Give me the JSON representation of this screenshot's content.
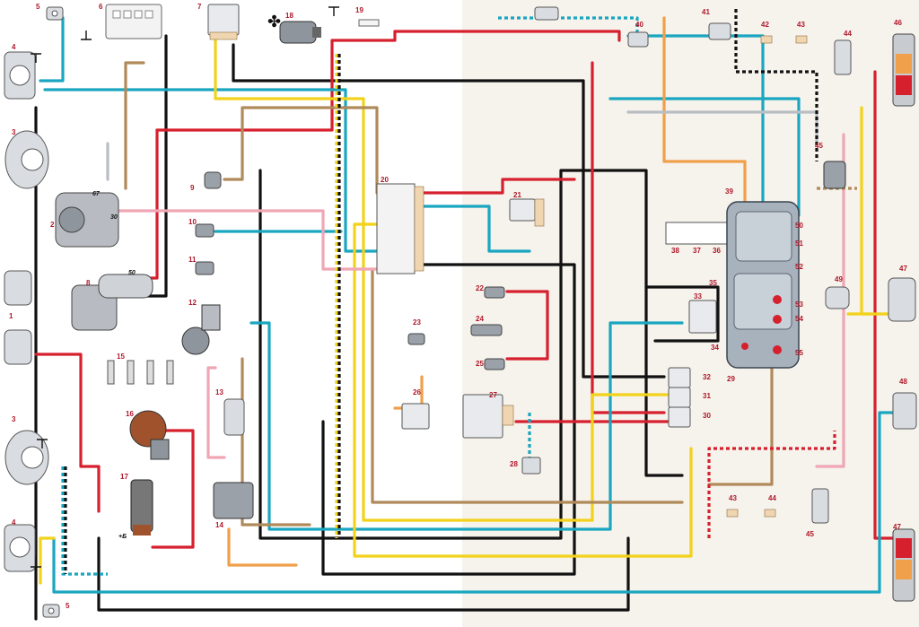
{
  "diagram": {
    "component_labels": [
      "1",
      "2",
      "3",
      "3",
      "4",
      "4",
      "5",
      "5",
      "6",
      "7",
      "8",
      "9",
      "10",
      "11",
      "12",
      "13",
      "14",
      "15",
      "16",
      "17",
      "18",
      "19",
      "20",
      "21",
      "22",
      "23",
      "24",
      "25",
      "26",
      "27",
      "28",
      "29",
      "30",
      "31",
      "32",
      "33",
      "34",
      "35",
      "36",
      "37",
      "38",
      "39",
      "40",
      "41",
      "42",
      "43",
      "43",
      "44",
      "44",
      "45",
      "45",
      "46",
      "47",
      "47",
      "48",
      "49",
      "50",
      "51",
      "52",
      "53",
      "54",
      "55",
      "56"
    ],
    "terminal_labels": {
      "gen_67": "67",
      "gen_30": "30",
      "starter_50": "50",
      "coil_plus_b": "+Б"
    },
    "wire_colors": {
      "red": "#d6202e",
      "black": "#111111",
      "blue": "#1aa6c0",
      "yellow": "#f2d21a",
      "brown": "#b08a5a",
      "pink": "#f0a6b4",
      "orange": "#f0a04a",
      "grey": "#b9bec4"
    }
  }
}
